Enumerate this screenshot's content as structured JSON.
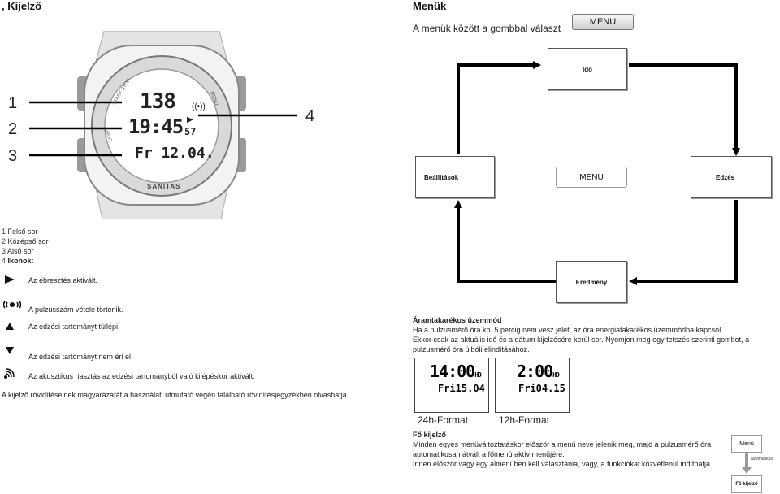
{
  "left": {
    "title": ", Kijelző",
    "watch": {
      "row1": "138",
      "row2": "19:45",
      "row2_seconds": "57",
      "row3": "Fr 12.04.",
      "brand": "SANITAS",
      "bezel_start_stop": "START STOP",
      "bezel_menu": "MENU",
      "bezel_light": "LIGHT"
    },
    "callouts": [
      "1",
      "2",
      "3",
      "4"
    ],
    "legend": [
      {
        "num": "1",
        "text": "Felső sor"
      },
      {
        "num": "2",
        "text": "Középső sor"
      },
      {
        "num": "3",
        "text": "Alsó sor"
      },
      {
        "num": "4",
        "text": "Ikonok:"
      }
    ],
    "icons": [
      {
        "icon": "alarm-bell-icon",
        "text": "Az ébresztés aktivált."
      },
      {
        "icon": "pulse-signal-icon",
        "text": "A pulzusszám vétele történik."
      },
      {
        "icon": "triangle-up-icon",
        "text": "Az edzési tartományt túllépi."
      },
      {
        "icon": "triangle-down-icon",
        "text": "Az edzési tartományt nem éri el."
      },
      {
        "icon": "acoustic-alarm-icon",
        "text": "Az akusztikus riasztás az edzési tartományból való kilépéskor aktivált."
      }
    ],
    "footnote": "A kijelző rövidítéseinek magyarázatát a használati útmutató végén található rövidítésjegyzékben olvashatja."
  },
  "right": {
    "title": "Menük",
    "subtitle": "A menük között a gombbal választ",
    "menu_button": "MENU",
    "diagram": {
      "top": "Idő",
      "left": "Beállítások",
      "center": "MENU",
      "right": "Edzés",
      "bottom": "Eredmény"
    },
    "power_saving": {
      "title": "Áramtakarékos üzemmód",
      "line1": "Ha a pulzusmérő óra kb. 5 percig nem vesz jelet, az óra energiatakarékos üzemmódba kapcsol.",
      "line2": "Ekkor csak az aktuális idő és a dátum kijelzésére kerül sor. Nyomjon meg egy tetszés szerinti gombot, a pulzusmérő óra újbóli elindításához."
    },
    "formats": [
      {
        "time": "14:00",
        "suffix": "HD",
        "date": "Fri15.04",
        "label": "24h-Format"
      },
      {
        "time": "2:00",
        "suffix": "HD",
        "date": "Fri04.15",
        "label": "12h-Format"
      }
    ],
    "main_display": {
      "title": "Fő kijelző",
      "line1": "Minden egyes menüváltoztatáskor először a menü neve jelenik meg, majd a pulzusmérő óra",
      "line2": "automatikusan átvált a főmenü aktív menüjére.",
      "line3": "Innen először vagy egy almenüben kell választania, vagy, a funkciókat közvetlenül indíthatja."
    },
    "mini_flow": {
      "top": "Menü",
      "arrow_label": "automatikus",
      "bottom": "Fő kijelző"
    }
  }
}
